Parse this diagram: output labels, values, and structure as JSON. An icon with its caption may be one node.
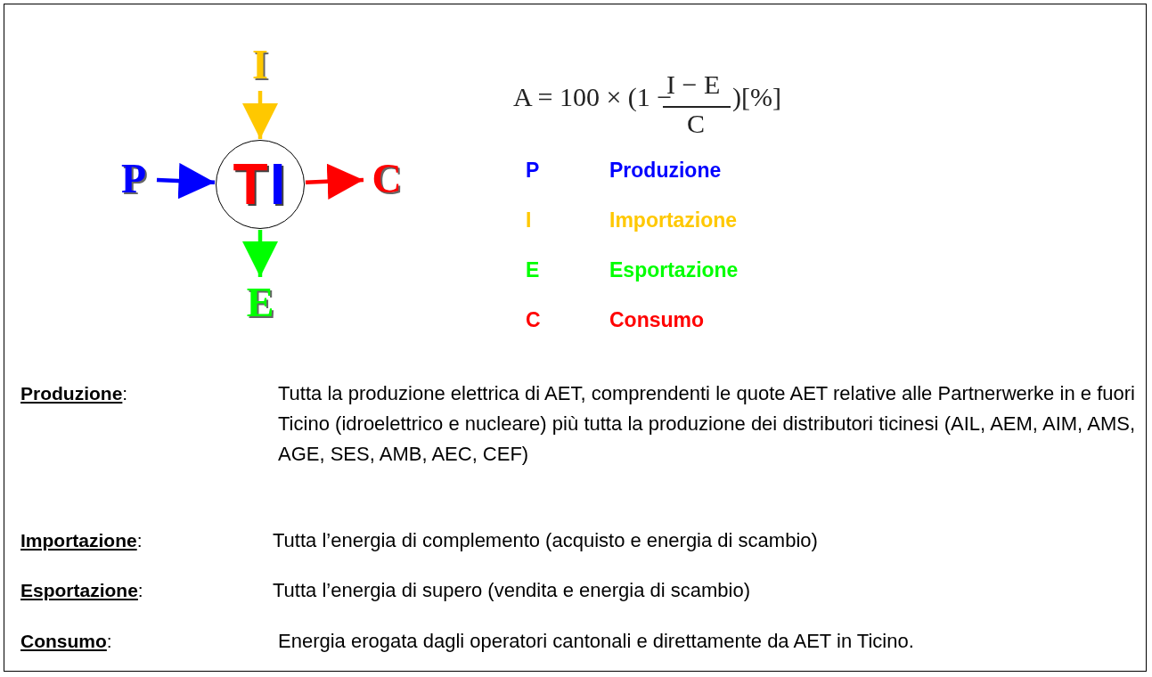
{
  "diagram": {
    "nodes": [
      {
        "text": [
          "P"
        ]
      },
      {
        "text": [
          "I"
        ]
      },
      {
        "text": [
          "TI"
        ]
      },
      {
        "text": [
          "C"
        ]
      },
      {
        "text": [
          "E"
        ]
      }
    ],
    "edges": [
      {
        "from": 0,
        "to": 2,
        "arrow": "to",
        "color": "#0000ff"
      },
      {
        "from": 1,
        "to": 2,
        "arrow": "to",
        "color": "#ffc800"
      },
      {
        "from": 2,
        "to": 3,
        "arrow": "to",
        "color": "#ff0000"
      },
      {
        "from": 2,
        "to": 4,
        "arrow": "to",
        "color": "#00ff00"
      }
    ],
    "labels": [
      "A = 100 × (1 −",
      "I − E",
      "C",
      ")[%]",
      "P",
      "Produzione",
      "I",
      "Importazione",
      "E",
      "Esportazione",
      "C",
      "Consumo",
      "**Produzione**:",
      "Tutta la produzione elettrica di AET, comprendenti le quote AET relative alle Partnerwerke in e fuori Ticino (idroelettrico e nucleare) più tutta la produzione dei distributori ticinesi (AIL, AEM, AIM, AMS, AGE, SES, AMB, AEC, CEF)",
      "**Importazione**:",
      "Tutta l’energia di complemento (acquisto e energia di scambio)",
      "**Esportazione**:",
      "Tutta l’energia di supero (vendita e energia di scambio)",
      "**Consumo**:",
      "Energia erogata dagli operatori cantonali e direttamente da AET in Ticino."
    ]
  }
}
